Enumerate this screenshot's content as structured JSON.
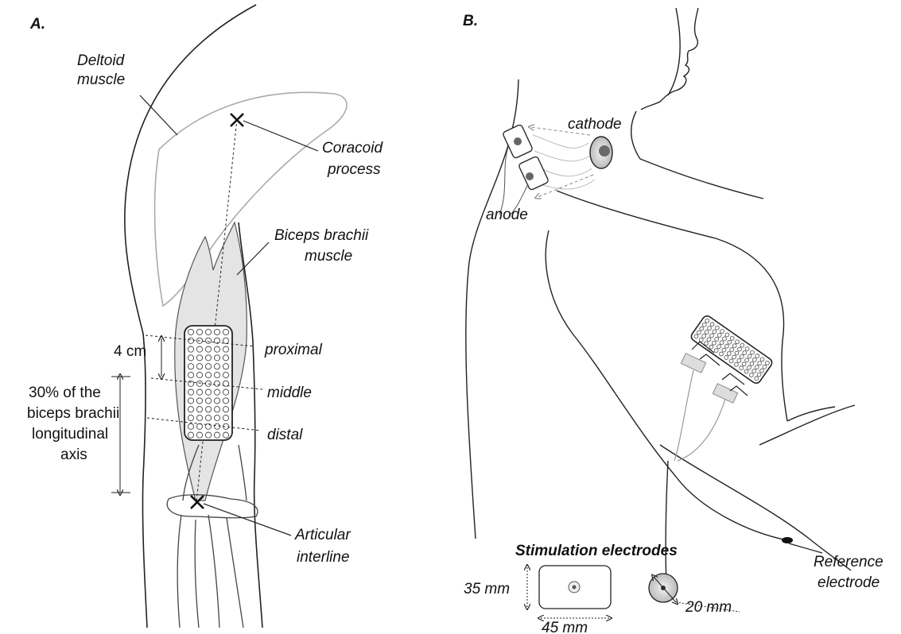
{
  "panels": {
    "a": {
      "title": "A.",
      "deltoid": [
        "Deltoid",
        "muscle"
      ],
      "coracoid": [
        "Coracoid",
        "process"
      ],
      "biceps": [
        "Biceps brachii",
        "muscle"
      ],
      "dist_4cm": "4 cm",
      "proximal": "proximal",
      "middle": "middle",
      "distal": "distal",
      "axis_note": [
        "30% of the",
        "biceps brachii",
        "longitudinal",
        "axis"
      ],
      "articular": [
        "Articular",
        "interline"
      ]
    },
    "b": {
      "title": "B.",
      "cathode": "cathode",
      "anode": "anode",
      "reference": [
        "Reference",
        "electrode"
      ],
      "stim_title": "Stimulation electrodes",
      "dim_35": "35 mm",
      "dim_45": "45 mm",
      "dim_20": "20 mm"
    }
  },
  "colors": {
    "line": "#222222",
    "muscle_fill": "#e4e4e4",
    "light_line": "#aaaaaa",
    "electrode": "#707070"
  }
}
